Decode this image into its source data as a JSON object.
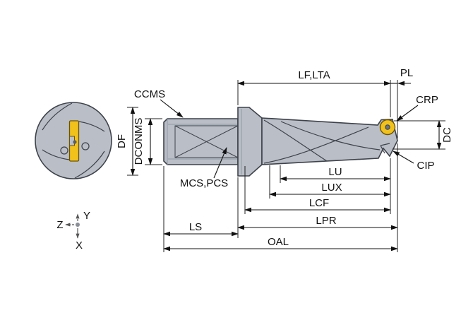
{
  "diagram": {
    "labels": {
      "ccms": "CCMS",
      "df": "DF",
      "dconms": "DCONMS",
      "mcs_pcs": "MCS,PCS",
      "lf_lta": "LF,LTA",
      "pl": "PL",
      "crp": "CRP",
      "dc": "DC",
      "cip": "CIP",
      "lu": "LU",
      "lux": "LUX",
      "lcf": "LCF",
      "lpr": "LPR",
      "ls": "LS",
      "oal": "OAL"
    },
    "axes": {
      "z": "Z",
      "y": "Y",
      "x": "X"
    },
    "colors": {
      "body": "#b9bec7",
      "outline": "#3d424b",
      "insert": "#f2c21c",
      "dimension": "#111111",
      "background": "#ffffff"
    }
  }
}
